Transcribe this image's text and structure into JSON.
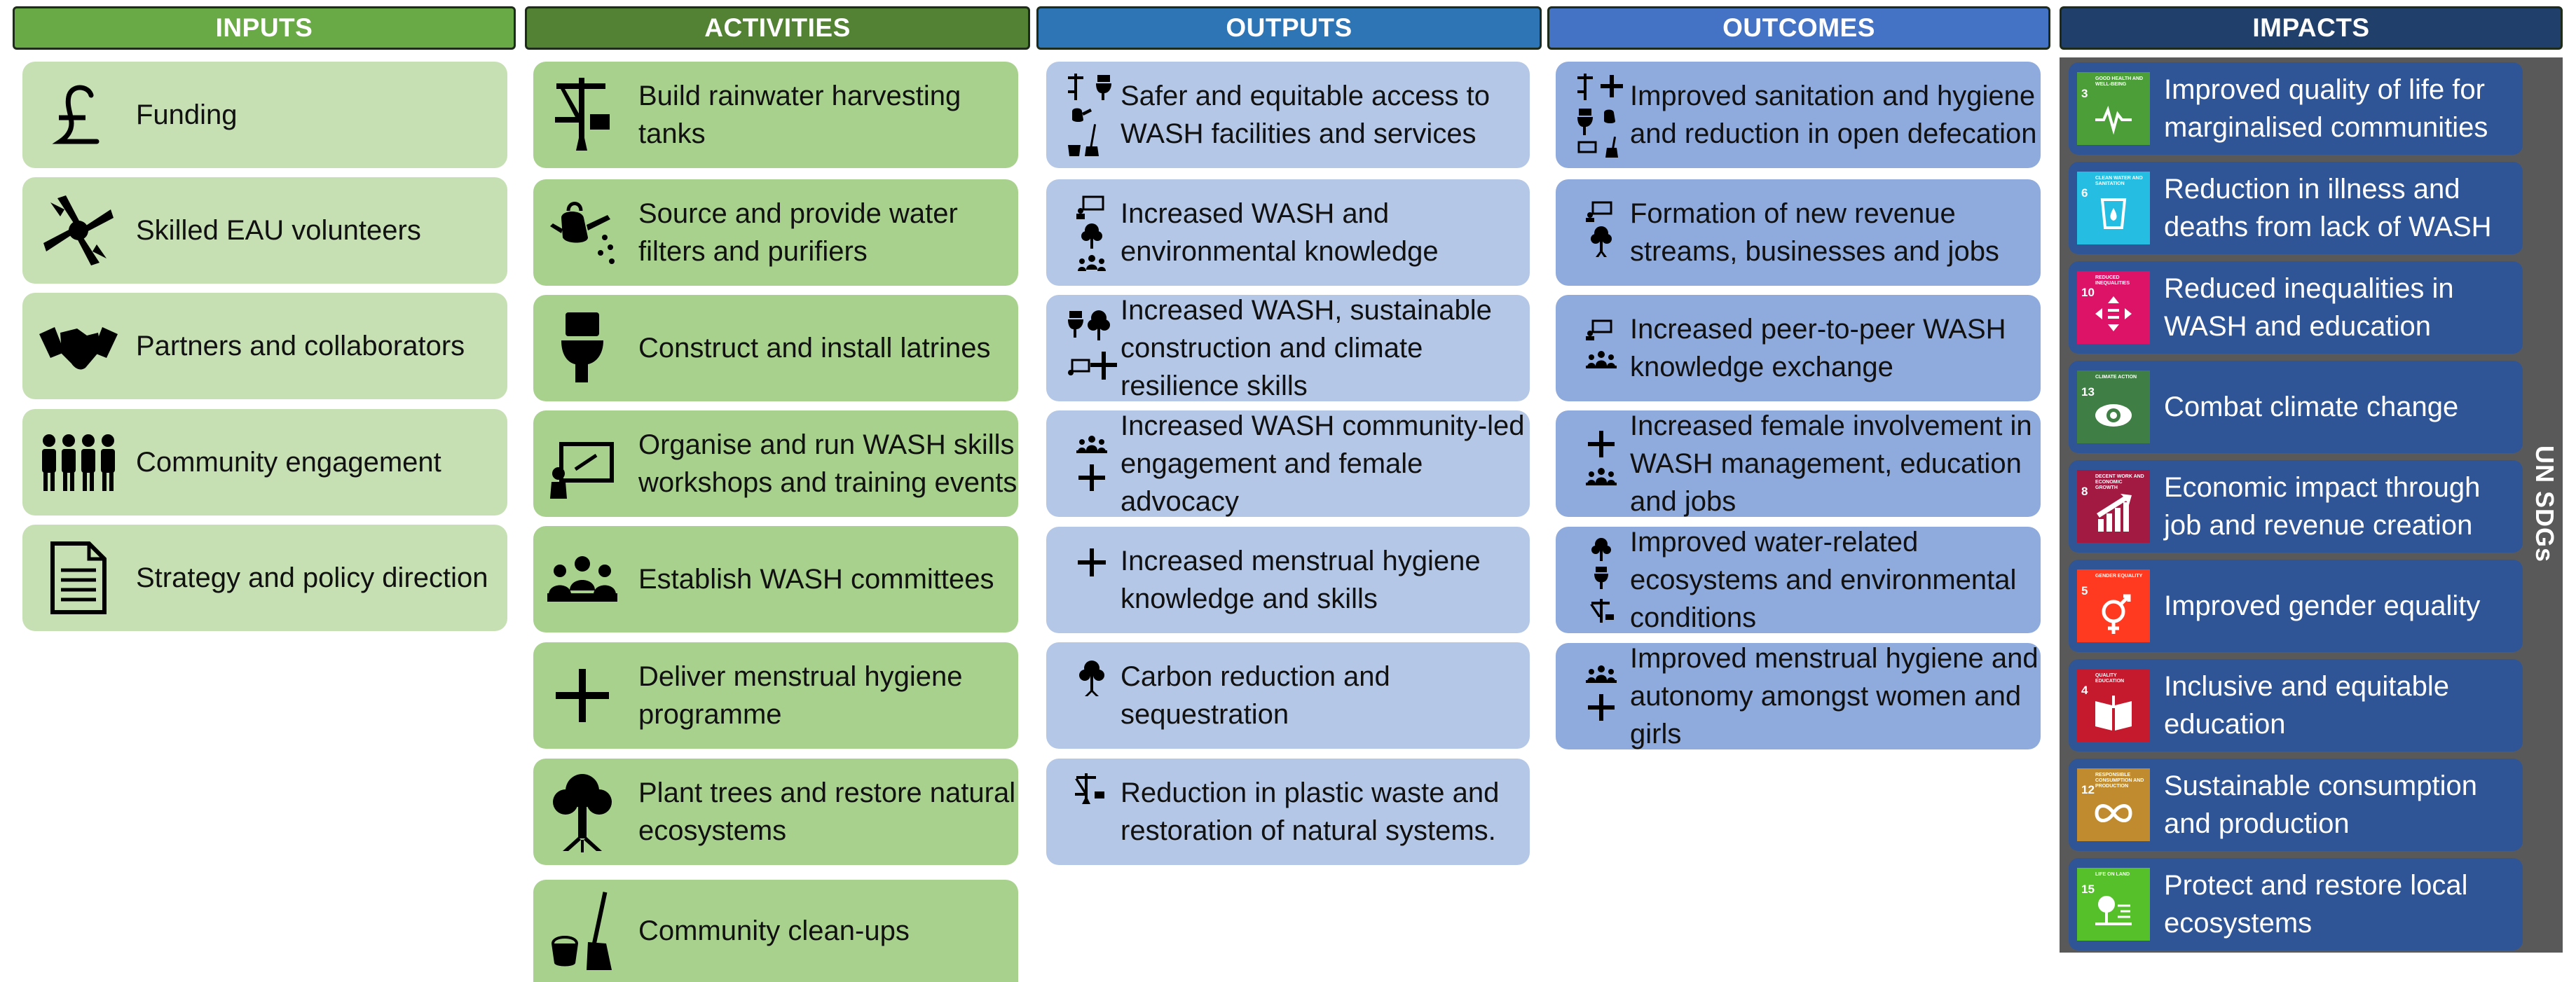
{
  "headers": {
    "inputs": "INPUTS",
    "activities": "ACTIVITIES",
    "outputs": "OUTPUTS",
    "outcomes": "OUTCOMES",
    "impacts": "IMPACTS"
  },
  "inputs": [
    {
      "label": "Funding",
      "icon": "pound-icon"
    },
    {
      "label": "Skilled EAU volunteers",
      "icon": "hands-icon"
    },
    {
      "label": "Partners and collaborators",
      "icon": "handshake-icon"
    },
    {
      "label": "Community engagement",
      "icon": "people-icon"
    },
    {
      "label": "Strategy and policy direction",
      "icon": "document-icon"
    }
  ],
  "activities": [
    {
      "label": "Build rainwater harvesting tanks",
      "icon": "water-tower-icon"
    },
    {
      "label": "Source and provide water filters and purifiers",
      "icon": "watering-can-icon"
    },
    {
      "label": "Construct and install latrines",
      "icon": "toilet-icon"
    },
    {
      "label": "Organise and run WASH skills workshops and training events",
      "icon": "presentation-icon"
    },
    {
      "label": "Establish WASH committees",
      "icon": "group-icon"
    },
    {
      "label": "Deliver menstrual hygiene programme",
      "icon": "plus-icon"
    },
    {
      "label": "Plant trees and restore natural ecosystems",
      "icon": "tree-icon"
    },
    {
      "label": "Community clean-ups",
      "icon": "broom-icon"
    }
  ],
  "outputs": [
    {
      "label": "Safer and equitable access to WASH facilities and services"
    },
    {
      "label": "Increased WASH and environmental knowledge"
    },
    {
      "label": "Increased WASH, sustainable construction and climate resilience skills"
    },
    {
      "label": "Increased WASH community-led engagement and female advocacy"
    },
    {
      "label": "Increased menstrual hygiene knowledge and skills"
    },
    {
      "label": "Carbon reduction and sequestration"
    },
    {
      "label": "Reduction in plastic waste and restoration of natural systems."
    }
  ],
  "outcomes": [
    {
      "label": "Improved sanitation and hygiene and reduction in open defecation"
    },
    {
      "label": "Formation of new revenue streams, businesses and jobs"
    },
    {
      "label": "Increased peer-to-peer WASH knowledge exchange"
    },
    {
      "label": "Increased female involvement in WASH management, education and jobs"
    },
    {
      "label": "Improved water-related ecosystems and environmental conditions"
    },
    {
      "label": "Improved menstrual hygiene and autonomy amongst women and girls"
    }
  ],
  "impacts": [
    {
      "label": "Improved quality of life for marginalised communities",
      "sdg_num": "3",
      "sdg_label": "GOOD HEALTH AND WELL-BEING",
      "color": "#4c9f38"
    },
    {
      "label": "Reduction in illness and deaths from lack of WASH",
      "sdg_num": "6",
      "sdg_label": "CLEAN WATER AND SANITATION",
      "color": "#26bde2"
    },
    {
      "label": "Reduced inequalities in WASH and education",
      "sdg_num": "10",
      "sdg_label": "REDUCED INEQUALITIES",
      "color": "#dd1367"
    },
    {
      "label": "Combat climate change",
      "sdg_num": "13",
      "sdg_label": "CLIMATE ACTION",
      "color": "#3f7e44"
    },
    {
      "label": "Economic impact through job and revenue creation",
      "sdg_num": "8",
      "sdg_label": "DECENT WORK AND ECONOMIC GROWTH",
      "color": "#a21942"
    },
    {
      "label": "Improved gender equality",
      "sdg_num": "5",
      "sdg_label": "GENDER EQUALITY",
      "color": "#ff3a21"
    },
    {
      "label": "Inclusive and equitable education",
      "sdg_num": "4",
      "sdg_label": "QUALITY EDUCATION",
      "color": "#c5192d"
    },
    {
      "label": "Sustainable consumption and production",
      "sdg_num": "12",
      "sdg_label": "RESPONSIBLE CONSUMPTION AND PRODUCTION",
      "color": "#bf8b2e"
    },
    {
      "label": "Protect and restore local ecosystems",
      "sdg_num": "15",
      "sdg_label": "LIFE ON LAND",
      "color": "#56c02b"
    }
  ],
  "side_label": "UN SDGs"
}
